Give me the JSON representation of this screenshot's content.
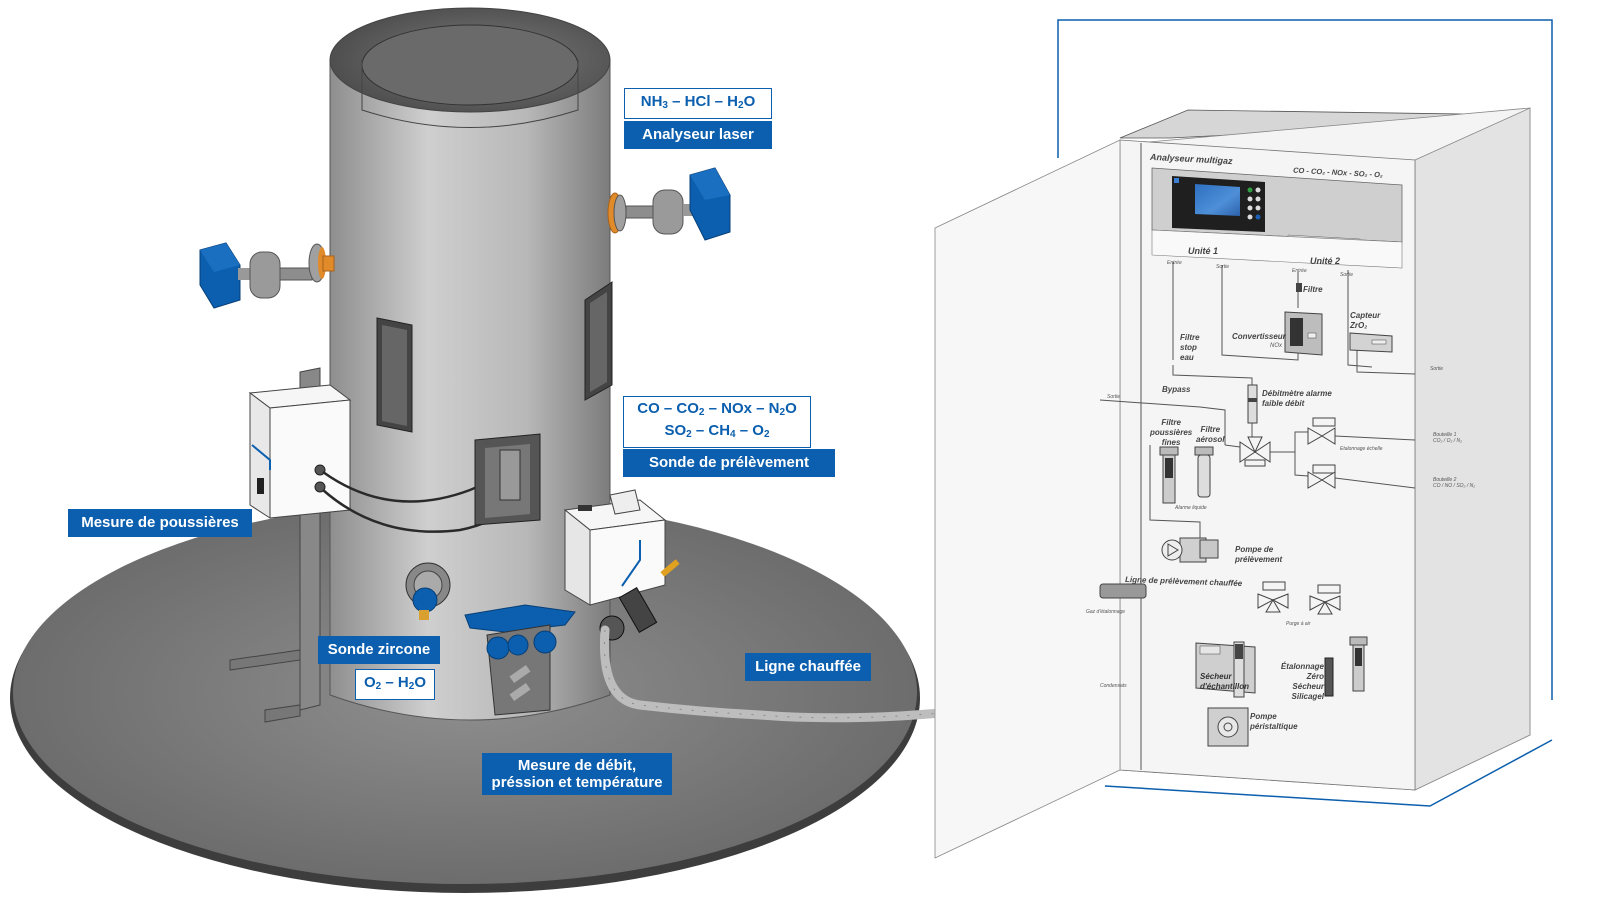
{
  "diagram": {
    "title": "Stack emission monitoring installation",
    "colors": {
      "brand_blue": "#0b5fae",
      "stack_gray": "#bdbdbd",
      "platform_gray": "#7a7a7a",
      "flange_orange": "#e08a2a",
      "cabinet_bg": "#f2f2f2"
    }
  },
  "labels": {
    "laser_gases": "NH₃ – HCl – H₂O",
    "laser_gases_parts": [
      "NH",
      "3",
      " – HCl – H",
      "2",
      "O"
    ],
    "laser_analyzer": "Analyseur laser",
    "probe_gases_line1_parts": [
      "CO – CO",
      "2",
      " – NOx – N",
      "2",
      "O"
    ],
    "probe_gases_line2_parts": [
      "SO",
      "2",
      " – CH",
      "4",
      " – O",
      "2"
    ],
    "sampling_probe": "Sonde de prélèvement",
    "dust_measurement": "Mesure de poussières",
    "zirconia_probe": "Sonde zircone",
    "zirconia_gases_parts": [
      "O",
      "2",
      " – H",
      "2",
      "O"
    ],
    "heated_line": "Ligne chauffée",
    "flow_measurement_line1": "Mesure de débit,",
    "flow_measurement_line2": "préssion et température"
  },
  "cabinet": {
    "analyzer_title": "Analyseur multigaz",
    "analyzer_gases": "CO - CO₂ - NOx - SO₂ - O₂",
    "unit1": "Unité 1",
    "unit2": "Unité 2",
    "entree": "Entrée",
    "sortie": "Sortie",
    "filtre": "Filtre",
    "convertisseur": "Convertisseur",
    "nox": "NOx",
    "capteur_line1": "Capteur",
    "capteur_line2": "ZrO₂",
    "filtre_stop_eau": [
      "Filtre",
      "stop",
      "eau"
    ],
    "bypass": "Bypass",
    "debitmetre": [
      "Débitmètre alarme",
      "faible débit"
    ],
    "filtre_poussieres": [
      "Filtre",
      "poussières",
      "fines"
    ],
    "filtre_aerosol": [
      "Filtre",
      "aérosol"
    ],
    "alarme_liquide": "Alarme liquide",
    "etalonnage_echelle": "Etalonnage échelle",
    "bouteille1": [
      "Bouteille 1",
      "CO₂ / O₂ / N₂"
    ],
    "bouteille2": [
      "Bouteille 2",
      "CO / NO / SO₂ / N₂"
    ],
    "pompe_prelevement": [
      "Pompe de",
      "prélèvement"
    ],
    "ligne_chauffee": "Ligne de prélèvement chauffée",
    "gaz_etalonnage": "Gaz d'étalonnage",
    "purge_air": "Purge à air",
    "secheur": [
      "Sécheur",
      "d'échantillon"
    ],
    "etalonnage_zero": [
      "Étalonnage",
      "Zéro",
      "Sécheur",
      "Silicagel"
    ],
    "condensats": "Condensats",
    "pompe_peristaltique": [
      "Pompe",
      "péristaltique"
    ]
  }
}
